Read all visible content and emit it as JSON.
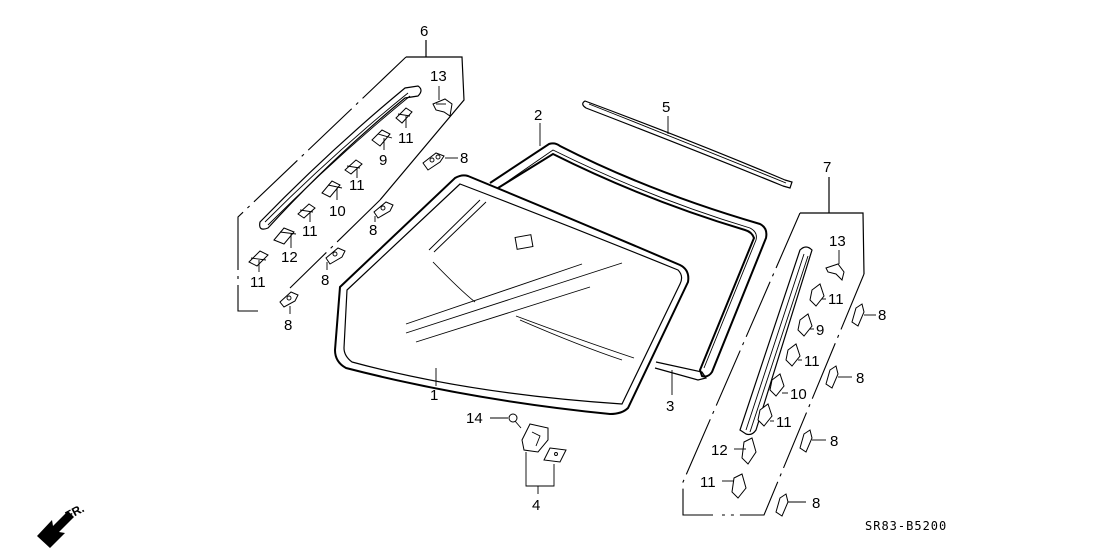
{
  "diagram": {
    "type": "exploded-parts-diagram",
    "subject": "Windshield glass and moldings",
    "diagram_code": "SR83-B5200",
    "direction_indicator": "FR.",
    "callouts": [
      {
        "id": "c1",
        "number": "1",
        "part": "windshield-glass"
      },
      {
        "id": "c2",
        "number": "2",
        "part": "windshield-dam-rubber"
      },
      {
        "id": "c3",
        "number": "3",
        "part": "lower-side-spacer"
      },
      {
        "id": "c4",
        "number": "4",
        "part": "bracket-clip-set"
      },
      {
        "id": "c5",
        "number": "5",
        "part": "upper-molding"
      },
      {
        "id": "c6",
        "number": "6",
        "part": "left-side-molding-assembly"
      },
      {
        "id": "c7",
        "number": "7",
        "part": "right-side-molding-assembly"
      },
      {
        "id": "c8",
        "number": "8",
        "part": "fastener"
      },
      {
        "id": "c9",
        "number": "9",
        "part": "clip"
      },
      {
        "id": "c10",
        "number": "10",
        "part": "clip"
      },
      {
        "id": "c11",
        "number": "11",
        "part": "clip"
      },
      {
        "id": "c12",
        "number": "12",
        "part": "clip"
      },
      {
        "id": "c13",
        "number": "13",
        "part": "end-clip"
      },
      {
        "id": "c14",
        "number": "14",
        "part": "screw"
      }
    ],
    "labels": {
      "n1": "1",
      "n2": "2",
      "n3": "3",
      "n4": "4",
      "n5": "5",
      "n6": "6",
      "n7": "7",
      "n8": "8",
      "n9": "9",
      "n10": "10",
      "n11": "11",
      "n12": "12",
      "n13": "13",
      "n14": "14"
    }
  }
}
